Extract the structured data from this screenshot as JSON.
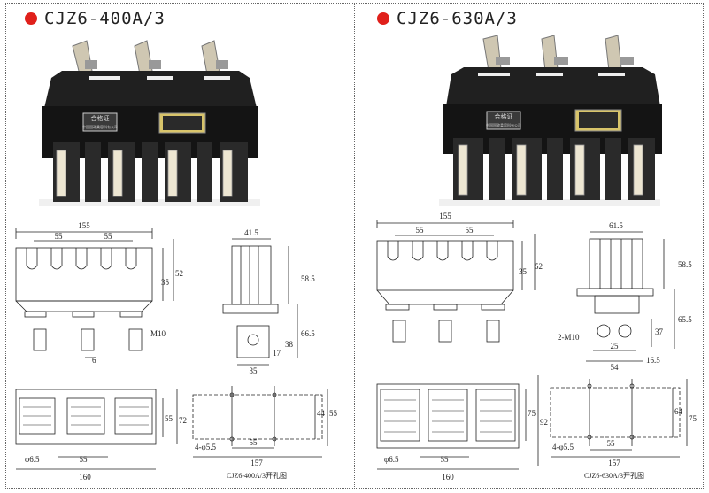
{
  "products": [
    {
      "title": "CJZ6-400A/3",
      "plate1": "合格证",
      "plate1_sub": "中国国政柔容科有公司",
      "dims": {
        "overall_width": "155",
        "pitch_a": "55",
        "pitch_b": "55",
        "d35": "35",
        "d52": "52",
        "m10": "M10",
        "d6": "6",
        "side_top": "41.5",
        "side_h": "58.5",
        "side_b": "66.5",
        "d38": "38",
        "d17": "17",
        "side_base": "35",
        "bottom_hole": "φ6.5",
        "bottom_width": "160",
        "bottom_55": "55",
        "bottom_h1": "55",
        "bottom_h2": "72",
        "mount_h1": "44",
        "mount_h2": "55",
        "mount_holes": "4-φ5.5",
        "mount_55": "55",
        "mount_157": "157",
        "caption": "CJZ6-400A/3开孔图"
      }
    },
    {
      "title": "CJZ6-630A/3",
      "plate1": "合格证",
      "plate1_sub": "中国国政柔容科有公司",
      "dims": {
        "overall_width": "155",
        "pitch_a": "55",
        "pitch_b": "55",
        "d35": "35",
        "d52": "52",
        "side_top": "61.5",
        "side_h": "58.5",
        "side_b": "65.5",
        "m10": "2-M10",
        "d37": "37",
        "d25": "25",
        "d54": "54",
        "d16": "16.5",
        "bottom_hole": "φ6.5",
        "bottom_width": "160",
        "bottom_55": "55",
        "bottom_h1": "75",
        "bottom_h2": "92",
        "mount_h1": "64",
        "mount_h2": "75",
        "mount_holes": "4-φ5.5",
        "mount_55": "55",
        "mount_157": "157",
        "caption": "CJZ6-630A/3开孔图"
      }
    }
  ]
}
